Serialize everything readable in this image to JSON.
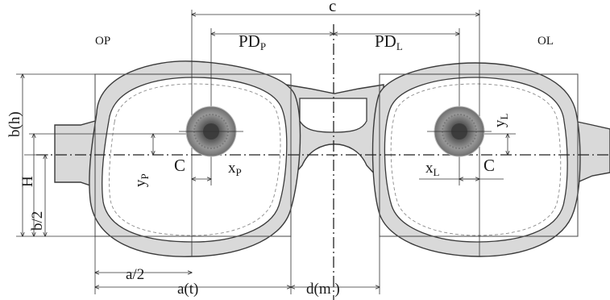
{
  "labels": {
    "c": "c",
    "pd_p": "PD",
    "pd_p_sub": "P",
    "pd_l": "PD",
    "pd_l_sub": "L",
    "op": "OP",
    "ol": "OL",
    "b_h": "b(h)",
    "h_cap": "H",
    "b_half": "b/2",
    "y_p": "y",
    "y_p_sub": "P",
    "c_left": "C",
    "x_p": "x",
    "x_p_sub": "P",
    "x_l": "x",
    "x_l_sub": "L",
    "c_right": "C",
    "y_l": "y",
    "y_l_sub": "L",
    "a_half": "a/2",
    "a_t": "a(t)",
    "d_m": "d(m )"
  },
  "colors": {
    "frame": "#d9d9d9",
    "stroke": "#3a3a3a",
    "pupil_outer": "#8f8f8f",
    "pupil_inner": "#4a4a4a"
  }
}
